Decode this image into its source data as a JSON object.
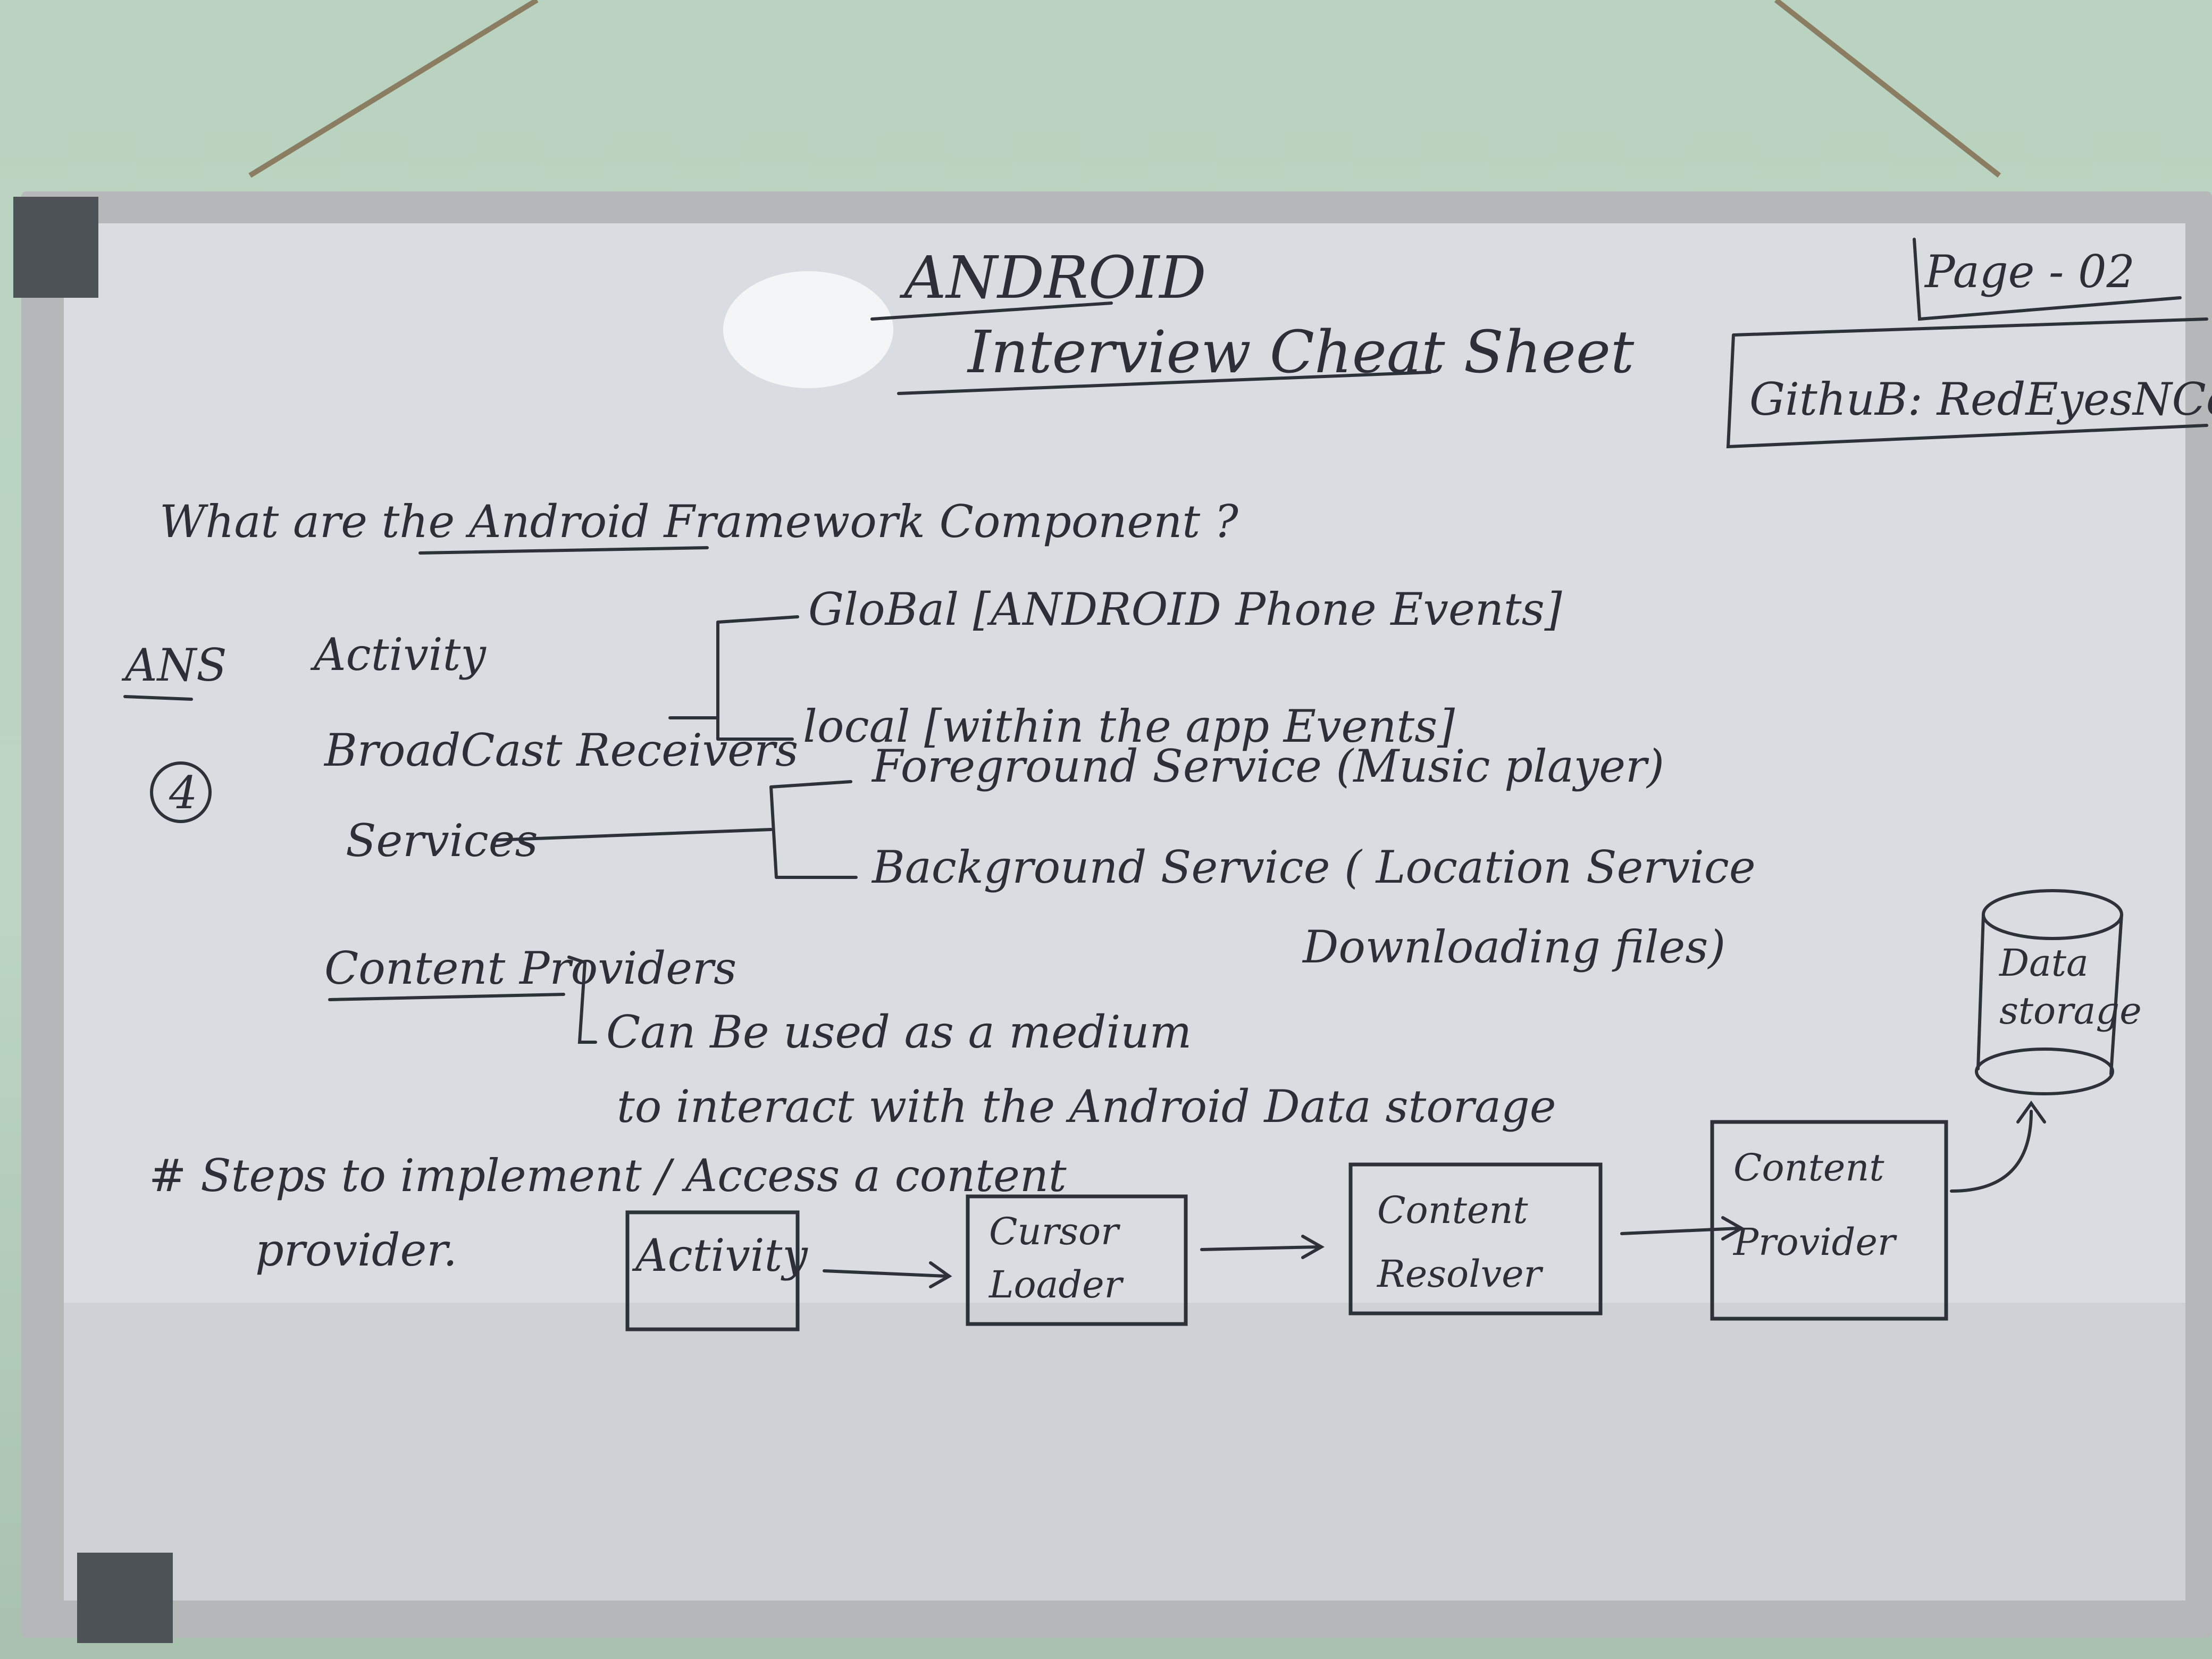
{
  "board": {
    "title_line1": "ANDROID",
    "title_line2": "Interview Cheat Sheet",
    "page_label": "Page - 02",
    "github_label": "GithuB: RedEyesNCode",
    "question": "What are the Android Framework Component ?",
    "answer_label": "ANS",
    "count_label": "4",
    "components": [
      "Activity",
      "BroadCast Receivers",
      "Services",
      "Content Providers"
    ],
    "broadcast_branches": [
      "GloBal [ANDROID Phone Events]",
      "local [within the app Events]"
    ],
    "service_branches": [
      "Foreground Service (Music player)",
      "Background Service ( Location Service",
      "Downloading files)"
    ],
    "provider_note": [
      "Can Be used as a medium",
      "to interact with the Android Data storage"
    ],
    "steps_heading": [
      "# Steps to implement / Access a content",
      "provider."
    ],
    "flow": {
      "activity": "Activity",
      "cursor_loader": [
        "Cursor",
        "Loader"
      ],
      "content_resolver": [
        "Content",
        "Resolver"
      ],
      "content_provider": [
        "Content",
        "Provider"
      ],
      "data_storage": [
        "Data",
        "storage"
      ]
    }
  }
}
